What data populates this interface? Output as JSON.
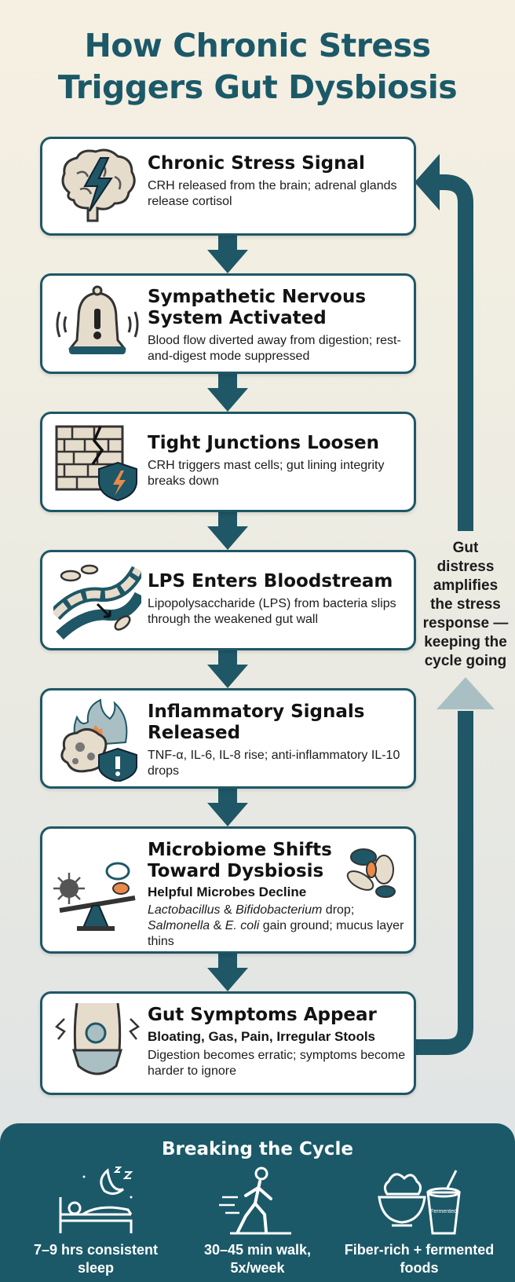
{
  "title_line1": "How Chronic Stress",
  "title_line2": "Triggers Gut Dysbiosis",
  "steps": [
    {
      "title": "Chronic Stress Signal",
      "desc": "CRH released from the brain; adrenal glands release cortisol",
      "icon": "brain-lightning-icon"
    },
    {
      "title": "Sympathetic Nervous System Activated",
      "desc": "Blood flow diverted away from digestion; rest-and-digest mode suppressed",
      "icon": "alarm-bell-icon"
    },
    {
      "title": "Tight Junctions Loosen",
      "desc": "CRH triggers mast cells; gut lining integrity breaks down",
      "icon": "cracked-wall-shield-icon"
    },
    {
      "title": "LPS Enters Bloodstream",
      "desc": "Lipopolysaccharide (LPS) from bacteria slips through the weakened gut wall",
      "icon": "bacteria-gut-wall-icon"
    },
    {
      "title": "Inflammatory Signals Released",
      "desc": "TNF-α, IL-6, IL-8 rise; anti-inflammatory IL-10 drops",
      "icon": "inflamed-cell-shield-icon"
    },
    {
      "title": "Microbiome Shifts Toward Dysbiosis",
      "subtitle": "Helpful Microbes Decline",
      "desc_part1": "Lactobacillus",
      "desc_part2": " & ",
      "desc_part3": "Bifidobacterium",
      "desc_part4": " drop; ",
      "desc_part5": "Salmonella",
      "desc_part6": " & ",
      "desc_part7": "E. coli",
      "desc_part8": " gain ground; mucus layer thins",
      "icon": "seesaw-microbes-icon"
    },
    {
      "title": "Gut Symptoms Appear",
      "subtitle": "Bloating, Gas, Pain, Irregular Stools",
      "desc": "Digestion becomes erratic; symptoms become harder to ignore",
      "icon": "abdomen-distress-icon"
    }
  ],
  "loop_text": "Gut distress amplifies the stress response — keeping the cycle going",
  "bottom": {
    "title": "Breaking the Cycle",
    "tips": [
      {
        "label": "7–9 hrs consistent sleep",
        "icon": "sleep-bed-moon-icon"
      },
      {
        "label": "30–45 min walk, 5x/week",
        "icon": "walking-person-icon"
      },
      {
        "label": "Fiber-rich + fermented foods",
        "icon": "salad-yogurt-icon",
        "jar_text": "Fermented"
      }
    ]
  },
  "colors": {
    "teal": "#1f5766",
    "orange": "#e98a4a",
    "background": "#f6f0e2"
  }
}
